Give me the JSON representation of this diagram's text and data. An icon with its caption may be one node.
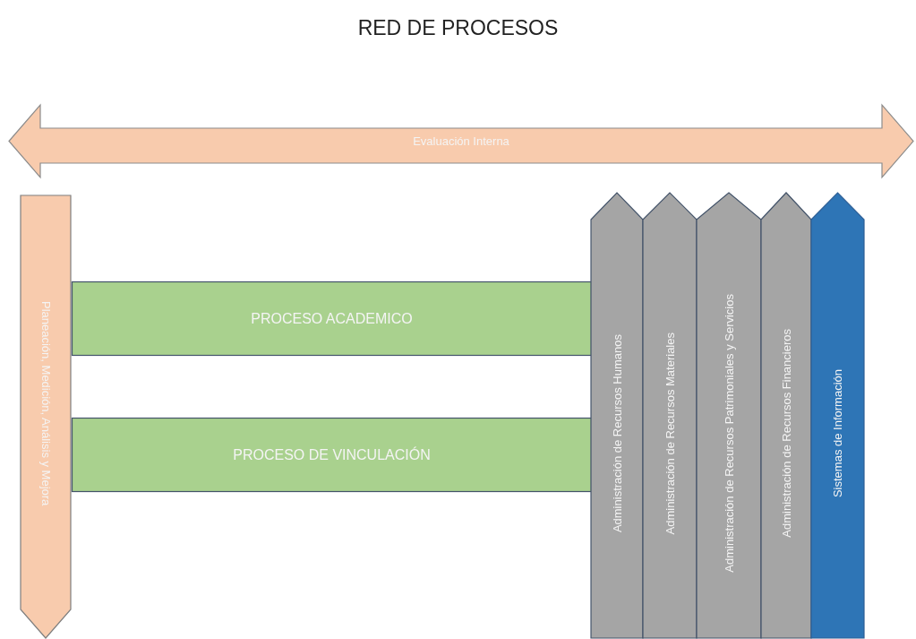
{
  "diagram": {
    "title": "RED DE PROCESOS",
    "nodes": [
      {
        "text": [
          "Evaluación Interna"
        ]
      },
      {
        "text": [
          "Planeación, Medición, Análisis y Mejora"
        ]
      },
      {
        "text": [
          "PROCESO ACADEMICO"
        ]
      },
      {
        "text": [
          "PROCESO DE VINCULACIÓN"
        ]
      },
      {
        "text": [
          "Administración de Recursos Humanos"
        ]
      },
      {
        "text": [
          "Administración de Recursos Materiales"
        ]
      },
      {
        "text": [
          "Administración de Recursos Patrimoniales y Servicios"
        ]
      },
      {
        "text": [
          "Administración de Recursos Financieros"
        ]
      },
      {
        "text": [
          "Sistemas de Información"
        ]
      }
    ],
    "edges": []
  }
}
